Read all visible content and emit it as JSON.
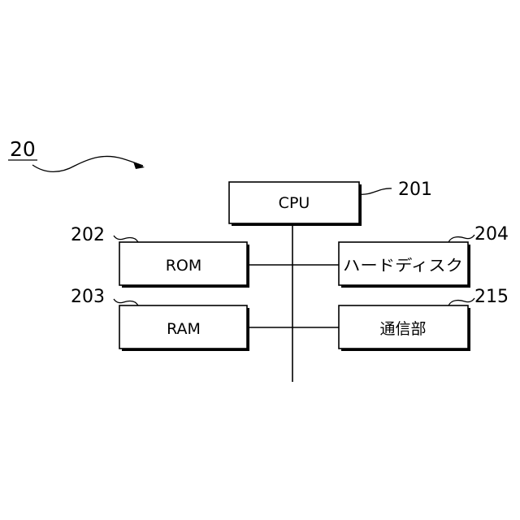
{
  "figure": {
    "label": "20"
  },
  "blocks": {
    "cpu": {
      "label": "CPU",
      "ref": "201"
    },
    "rom": {
      "label": "ROM",
      "ref": "202"
    },
    "ram": {
      "label": "RAM",
      "ref": "203"
    },
    "hdd": {
      "label": "ハードディスク",
      "ref": "204"
    },
    "comm": {
      "label": "通信部",
      "ref": "215"
    }
  }
}
